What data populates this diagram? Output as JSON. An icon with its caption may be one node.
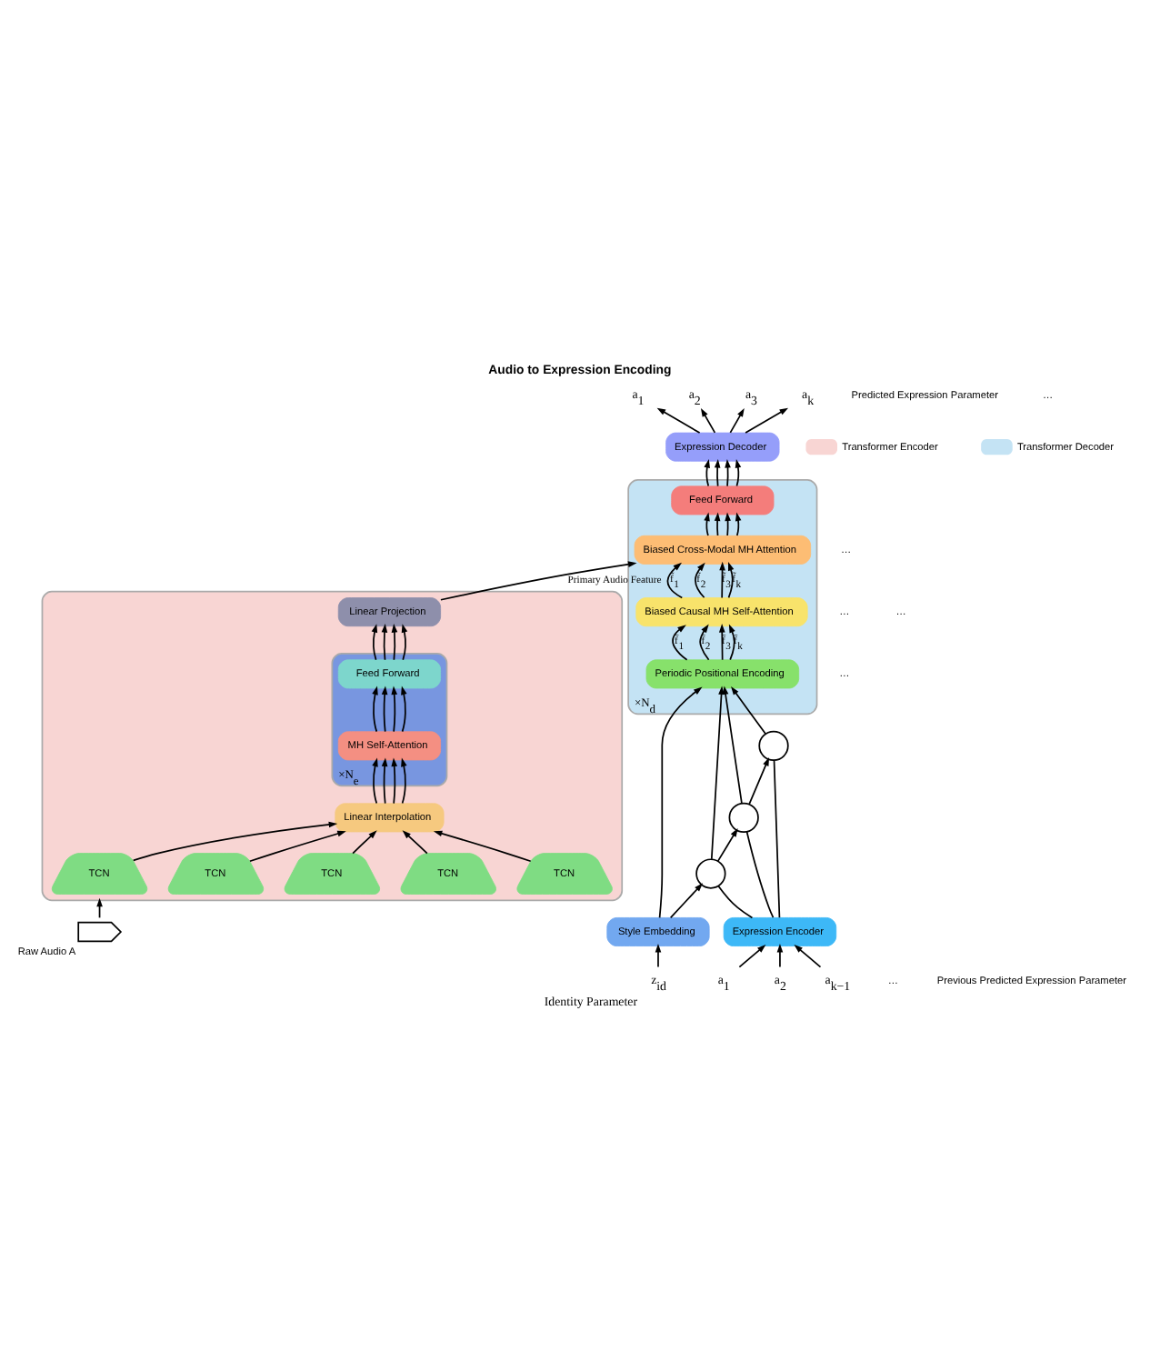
{
  "diagram": {
    "title": "Audio to Expression Encoding",
    "nodes": [
      {
        "text": [],
        "shape": "box"
      },
      {
        "text": [
          "Linear Projection"
        ],
        "in": 0
      },
      {
        "text": [],
        "shape": "box",
        "in": 0,
        "beside": [
          "×N$_{e}$"
        ]
      },
      {
        "text": [
          "Feed Forward"
        ],
        "in": 2
      },
      {
        "text": [
          "MH Self-Attention"
        ],
        "in": 2
      },
      {
        "text": [
          "Linear Interpolation"
        ],
        "in": 0
      },
      {
        "text": [
          "TCN"
        ],
        "in": 0
      },
      {
        "text": [
          "TCN"
        ],
        "in": 0
      },
      {
        "text": [
          "TCN"
        ],
        "in": 0
      },
      {
        "text": [
          "TCN"
        ],
        "in": 0
      },
      {
        "text": [
          "TCN"
        ],
        "in": 0
      },
      {
        "text": [],
        "shape": "waveform",
        "beside": [
          "Raw Audio A"
        ]
      },
      {
        "text": [],
        "shape": "box",
        "beside": [
          "×N$_{d}$"
        ]
      },
      {
        "text": [
          "Feed Forward"
        ],
        "in": 12
      },
      {
        "text": [
          "Biased Cross-Modal MH Attention"
        ],
        "in": 12
      },
      {
        "text": [
          "Biased Causal MH Self-Attention"
        ],
        "in": 12
      },
      {
        "text": [
          "Periodic Positional Encoding"
        ],
        "in": 12
      },
      {
        "text": [
          "Expression Decoder"
        ]
      },
      {
        "text": [
          "Style Embedding"
        ]
      },
      {
        "text": [
          "Expression Encoder"
        ]
      },
      {
        "text": [],
        "shape": "circle"
      },
      {
        "text": [],
        "shape": "circle"
      },
      {
        "text": [],
        "shape": "circle"
      },
      {
        "text": [
          "a$_{1}$"
        ]
      },
      {
        "text": [
          "a$_{2}$"
        ]
      },
      {
        "text": [
          "a$_{3}$"
        ]
      },
      {
        "text": [
          "a$_{k}$"
        ]
      },
      {
        "text": [
          "z$_{id}$"
        ],
        "beside": [
          "Identity Parameter"
        ]
      },
      {
        "text": [
          "a$_{1}$"
        ]
      },
      {
        "text": [
          "a$_{2}$"
        ]
      },
      {
        "text": [
          "a$_{k−1}$"
        ]
      }
    ],
    "edges": [
      {
        "from": 11,
        "to": 0,
        "arrow": "to"
      },
      {
        "from": 6,
        "to": 5,
        "arrow": "to"
      },
      {
        "from": 7,
        "to": 5,
        "arrow": "to"
      },
      {
        "from": 8,
        "to": 5,
        "arrow": "to"
      },
      {
        "from": 9,
        "to": 5,
        "arrow": "to"
      },
      {
        "from": 10,
        "to": 5,
        "arrow": "to"
      },
      {
        "from": 5,
        "to": 4,
        "arrow": "to"
      },
      {
        "from": 5,
        "to": 4,
        "arrow": "to"
      },
      {
        "from": 5,
        "to": 4,
        "arrow": "to"
      },
      {
        "from": 5,
        "to": 4,
        "arrow": "to"
      },
      {
        "from": 4,
        "to": 3,
        "arrow": "to"
      },
      {
        "from": 4,
        "to": 3,
        "arrow": "to"
      },
      {
        "from": 4,
        "to": 3,
        "arrow": "to"
      },
      {
        "from": 4,
        "to": 3,
        "arrow": "to"
      },
      {
        "from": 3,
        "to": 1,
        "arrow": "to"
      },
      {
        "from": 3,
        "to": 1,
        "arrow": "to"
      },
      {
        "from": 3,
        "to": 1,
        "arrow": "to"
      },
      {
        "from": 3,
        "to": 1,
        "arrow": "to"
      },
      {
        "from": 1,
        "to": 14,
        "arrow": "to",
        "label": "Primary Audio Feature"
      },
      {
        "from": 27,
        "to": 18,
        "arrow": "to"
      },
      {
        "from": 28,
        "to": 19,
        "arrow": "to"
      },
      {
        "from": 29,
        "to": 19,
        "arrow": "to"
      },
      {
        "from": 30,
        "to": 19,
        "arrow": "to"
      },
      {
        "from": 18,
        "to": 16,
        "arrow": "to"
      },
      {
        "from": 18,
        "to": 20,
        "arrow": "to"
      },
      {
        "from": 20,
        "to": 21,
        "arrow": "to"
      },
      {
        "from": 21,
        "to": 22,
        "arrow": "to"
      },
      {
        "from": 19,
        "to": 20,
        "arrow": "none"
      },
      {
        "from": 19,
        "to": 21,
        "arrow": "none"
      },
      {
        "from": 19,
        "to": 22,
        "arrow": "none"
      },
      {
        "from": 20,
        "to": 16,
        "arrow": "to"
      },
      {
        "from": 21,
        "to": 16,
        "arrow": "to"
      },
      {
        "from": 22,
        "to": 16,
        "arrow": "to"
      },
      {
        "from": 16,
        "to": 15,
        "arrow": "to",
        "label": "f̄$_{1}$"
      },
      {
        "from": 16,
        "to": 15,
        "arrow": "to",
        "label": "f̄$_{2}$"
      },
      {
        "from": 16,
        "to": 15,
        "arrow": "to",
        "label": "f̄$_{3}$"
      },
      {
        "from": 16,
        "to": 15,
        "arrow": "to",
        "label": "f̄$_{k}$"
      },
      {
        "from": 15,
        "to": 14,
        "arrow": "to",
        "label": "f̃$_{1}$"
      },
      {
        "from": 15,
        "to": 14,
        "arrow": "to",
        "label": "f̃$_{2}$"
      },
      {
        "from": 15,
        "to": 14,
        "arrow": "to",
        "label": "f̃$_{3}$"
      },
      {
        "from": 15,
        "to": 14,
        "arrow": "to",
        "label": "f̃$_{k}$"
      },
      {
        "from": 14,
        "to": 13,
        "arrow": "to"
      },
      {
        "from": 14,
        "to": 13,
        "arrow": "to"
      },
      {
        "from": 14,
        "to": 13,
        "arrow": "to"
      },
      {
        "from": 14,
        "to": 13,
        "arrow": "to"
      },
      {
        "from": 13,
        "to": 17,
        "arrow": "to"
      },
      {
        "from": 13,
        "to": 17,
        "arrow": "to"
      },
      {
        "from": 13,
        "to": 17,
        "arrow": "to"
      },
      {
        "from": 13,
        "to": 17,
        "arrow": "to"
      },
      {
        "from": 17,
        "to": 23,
        "arrow": "to"
      },
      {
        "from": 17,
        "to": 24,
        "arrow": "to"
      },
      {
        "from": 17,
        "to": 25,
        "arrow": "to"
      },
      {
        "from": 17,
        "to": 26,
        "arrow": "to"
      }
    ],
    "labels": [
      "Predicted Expression Parameter",
      "…",
      "…",
      "…",
      "…",
      "…",
      "…",
      "Previous Predicted Expression Parameter"
    ],
    "legend": [
      {
        "text": "Transformer Encoder",
        "color": "#f8d5d3"
      },
      {
        "text": "Transformer Decoder",
        "color": "#c4e3f4"
      }
    ]
  }
}
